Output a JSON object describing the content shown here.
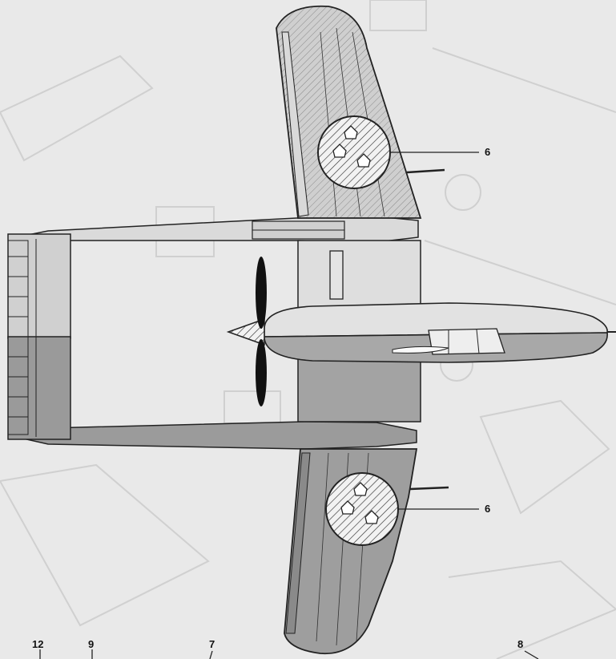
{
  "diagram": {
    "callouts": {
      "upper_wing_roundel": "6",
      "lower_wing_roundel": "6",
      "bottom_left_a": "12",
      "bottom_left_b": "9",
      "bottom_mid": "7",
      "bottom_right": "8"
    }
  }
}
